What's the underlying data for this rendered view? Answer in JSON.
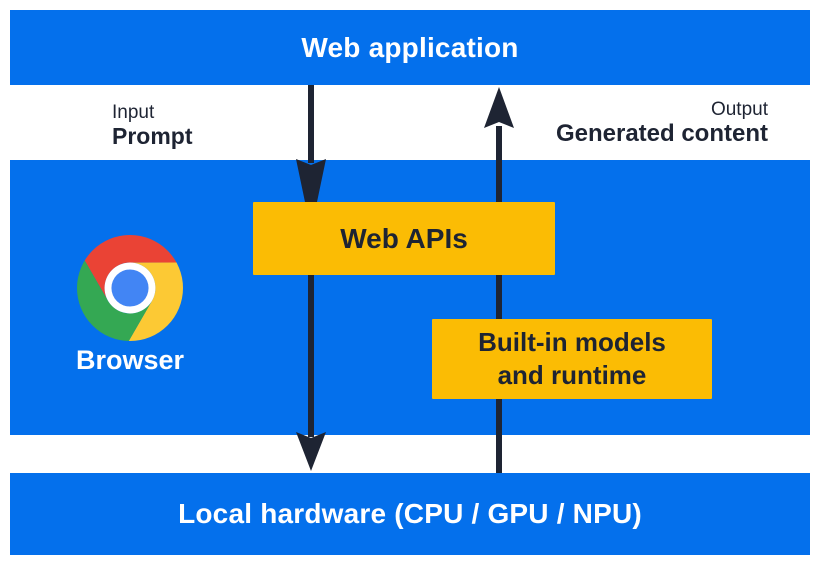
{
  "colors": {
    "background": "#ffffff",
    "layer_blue": "#0470EC",
    "box_yellow": "#FBBC04",
    "arrow_navy": "#1E2433",
    "text_navy": "#1E2433",
    "text_white": "#ffffff",
    "chrome_red": "#EA4335",
    "chrome_yellow": "#FCC934",
    "chrome_green": "#34A853",
    "chrome_blue": "#4285F4"
  },
  "layers": {
    "web_application": "Web application",
    "local_hardware": "Local hardware (CPU / GPU / NPU)"
  },
  "flow": {
    "input": {
      "caption": "Input",
      "label": "Prompt"
    },
    "output": {
      "caption": "Output",
      "label": "Generated content"
    }
  },
  "browser": {
    "label": "Browser",
    "logo_icon": "chrome-logo"
  },
  "boxes": {
    "web_apis": "Web APIs",
    "builtin_models_line1": "Built-in models",
    "builtin_models_line2": "and runtime"
  },
  "arrows": {
    "down": "prompt-flow-down-arrow",
    "up": "generated-content-flow-up-arrow"
  }
}
